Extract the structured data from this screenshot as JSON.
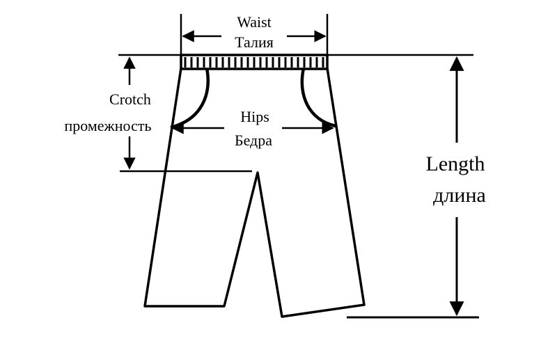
{
  "labels": {
    "waist_en": "Waist",
    "waist_ru": "Талия",
    "crotch_en": "Crotch",
    "crotch_ru": "промежность",
    "hips_en": "Hips",
    "hips_ru": "Бедра",
    "length_en": "Length",
    "length_ru": "длина"
  },
  "colors": {
    "line": "#000000",
    "background": "#ffffff"
  }
}
